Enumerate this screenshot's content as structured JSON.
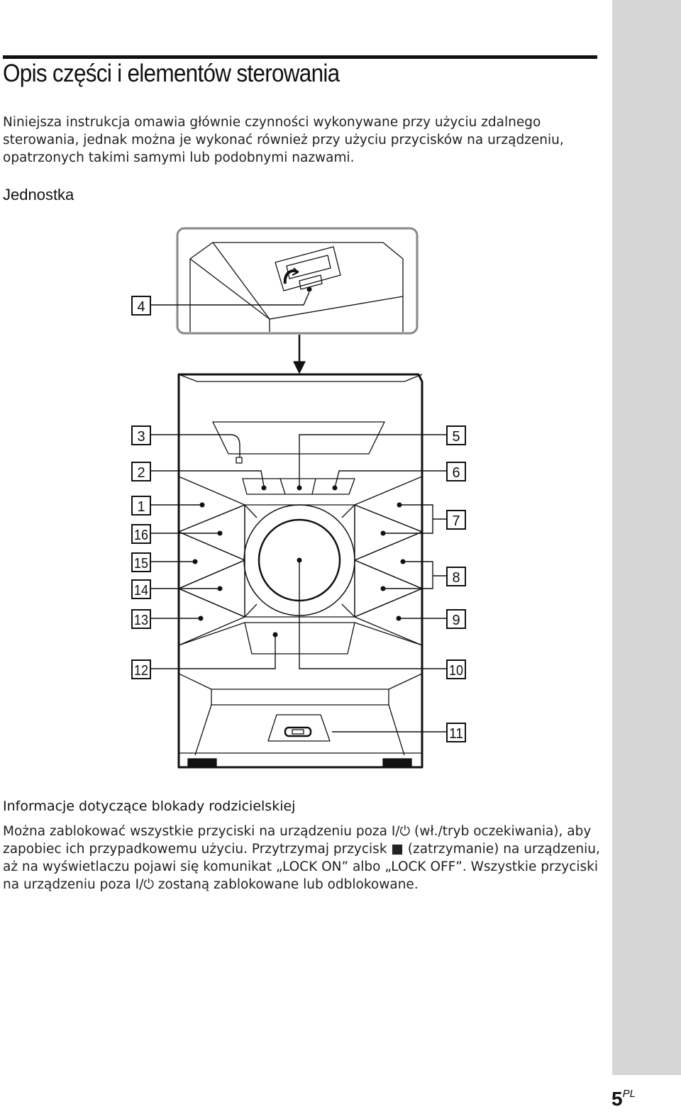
{
  "page": {
    "title": "Opis części i elementów sterowania",
    "intro": "Niniejsza instrukcja omawia głównie czynności wykonywane przy użyciu zdalnego sterowania, jednak można je wykonać również przy użyciu przycisków na urządzeniu, opatrzonych takimi samymi lub podobnymi nazwami.",
    "section_heading": "Jednostka",
    "info_heading": "Informacje dotyczące blokady rodzicielskiej",
    "info_body": {
      "part1": "Można zablokować wszystkie przyciski na urządzeniu poza ",
      "power_symbol": "I/⏻",
      "part2": " (wł./tryb oczekiwania), aby zapobiec ich przypadkowemu użyciu. Przytrzymaj przycisk ",
      "stop_symbol": "■",
      "part3": " (zatrzymanie) na urządzeniu, aż na wyświetlaczu pojawi się komunikat „LOCK ON” albo „LOCK OFF”. Wszystkie przyciski na urządzeniu poza ",
      "part4": " zostaną zablokowane lub odblokowane."
    },
    "page_number": "5",
    "page_lang": "PL"
  },
  "diagram": {
    "callouts": {
      "c1": "1",
      "c2": "2",
      "c3": "3",
      "c4": "4",
      "c5": "5",
      "c6": "6",
      "c7": "7",
      "c8": "8",
      "c9": "9",
      "c10": "10",
      "c11": "11",
      "c12": "12",
      "c13": "13",
      "c14": "14",
      "c15": "15",
      "c16": "16"
    }
  }
}
